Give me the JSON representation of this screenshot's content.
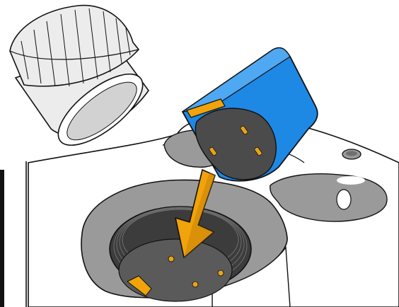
{
  "figure": {
    "kind": "assembly-illustration",
    "subject": "battery-pack-insertion",
    "palette": {
      "outline": "#111111",
      "body": "#ffffff",
      "cavity": "#9a9a9a",
      "cavity_dark": "#6f6f6f",
      "socket": "#3c3c3c",
      "socket_floor": "#5a5a5a",
      "battery_casing": "#1e88e5",
      "battery_casing_light": "#4fa8f2",
      "battery_face": "#4b4b4b",
      "arrow": "#f0a30a",
      "arrow_shade": "#c9820a",
      "contact": "#e8a317",
      "cap": "#ececec",
      "cap_shade": "#d2d2d2",
      "highlight": "#ffffff"
    },
    "parts": [
      {
        "id": "cap",
        "icon": "screw-cap"
      },
      {
        "id": "battery",
        "icon": "battery-pack"
      },
      {
        "id": "arrow",
        "icon": "down-arrow"
      },
      {
        "id": "socket",
        "icon": "threaded-socket"
      },
      {
        "id": "device",
        "icon": "device-housing"
      }
    ]
  }
}
